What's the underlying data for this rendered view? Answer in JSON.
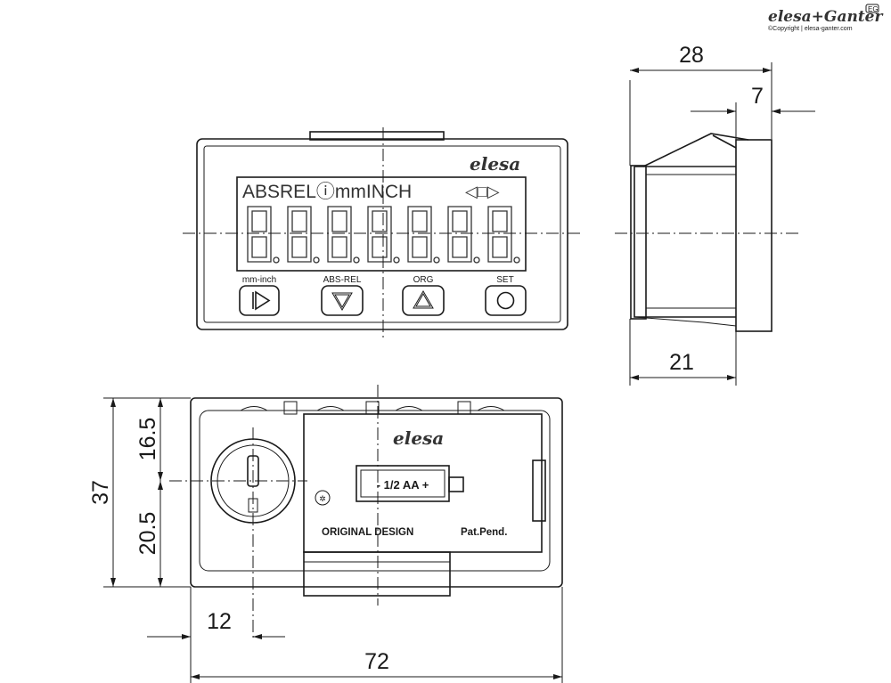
{
  "logo": {
    "brand": "elesa+Ganter",
    "copyright": "©Copyright | elesa-ganter.com",
    "badge": "EG"
  },
  "front_view": {
    "brand": "elesa",
    "lcd_label": "ABSRELⓘmmINCH",
    "lcd_arrows": "◁□▷",
    "buttons": [
      {
        "label": "mm-inch",
        "symbol": "play-bar"
      },
      {
        "label": "ABS-REL",
        "symbol": "triangle-down"
      },
      {
        "label": "ORG",
        "symbol": "triangle-up"
      },
      {
        "label": "SET",
        "symbol": "circle"
      }
    ],
    "digits": 7
  },
  "back_view": {
    "brand": "elesa",
    "battery": "- 1/2 AA +",
    "original_design": "ORIGINAL DESIGN",
    "patent": "Pat.Pend."
  },
  "dimensions": {
    "d28": "28",
    "d7": "7",
    "d21": "21",
    "d37": "37",
    "d16_5": "16.5",
    "d20_5": "20.5",
    "d12": "12",
    "d72": "72"
  }
}
